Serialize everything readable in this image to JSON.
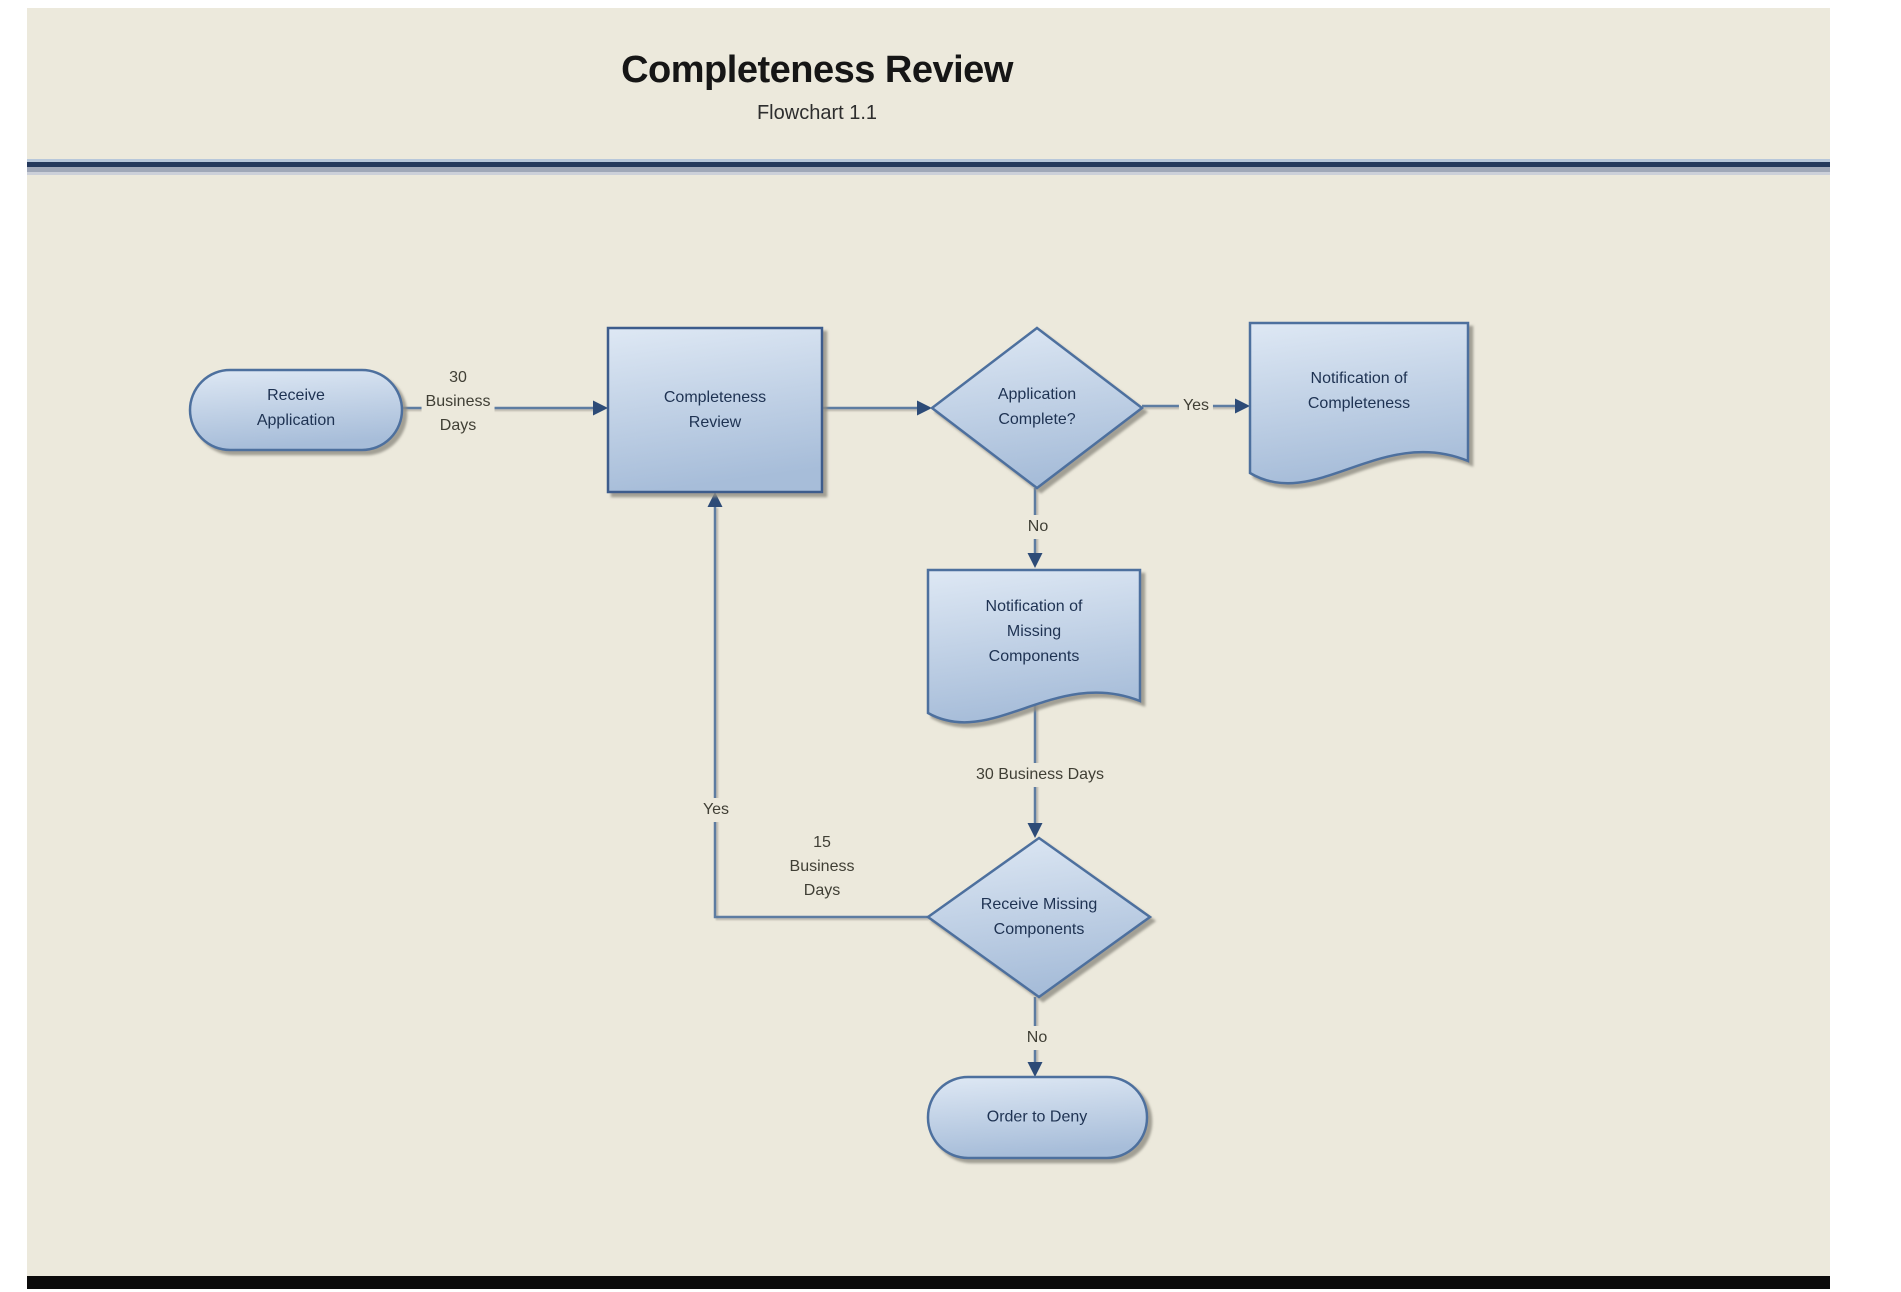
{
  "header": {
    "title": "Completeness Review",
    "subtitle": "Flowchart 1.1"
  },
  "flowchart": {
    "nodes": {
      "receive_application": {
        "shape": "terminator",
        "label": "Receive\nApplication"
      },
      "completeness_review": {
        "shape": "process",
        "label": "Completeness\nReview"
      },
      "application_complete": {
        "shape": "decision",
        "label": "Application\nComplete?"
      },
      "notification_completeness": {
        "shape": "document",
        "label": "Notification of\nCompleteness"
      },
      "notification_missing": {
        "shape": "document",
        "label": "Notification of\nMissing\nComponents"
      },
      "receive_missing": {
        "shape": "decision",
        "label": "Receive Missing\nComponents"
      },
      "order_to_deny": {
        "shape": "terminator",
        "label": "Order to Deny"
      }
    },
    "edge_labels": {
      "days30_to_review": "30\nBusiness\nDays",
      "yes_complete": "Yes",
      "no_complete": "No",
      "days30_to_receive": "30 Business Days",
      "yes_return": "Yes",
      "days15_return": "15\nBusiness\nDays",
      "no_missing": "No"
    }
  },
  "colors": {
    "sheet_background": "#ece9dc",
    "shape_fill_top": "#dee8f4",
    "shape_fill_bottom": "#a7bdd9",
    "shape_border": "#4d6f9e",
    "connector": "#5d7ba1",
    "arrowhead": "#2d4b77",
    "divider_navy": "#24395c",
    "divider_light_blue": "#b7c7da",
    "divider_gray": "#a0a8b8",
    "node_text": "#1e3252",
    "edge_text": "#403f35",
    "bottom_bar": "#0b0b0b"
  }
}
